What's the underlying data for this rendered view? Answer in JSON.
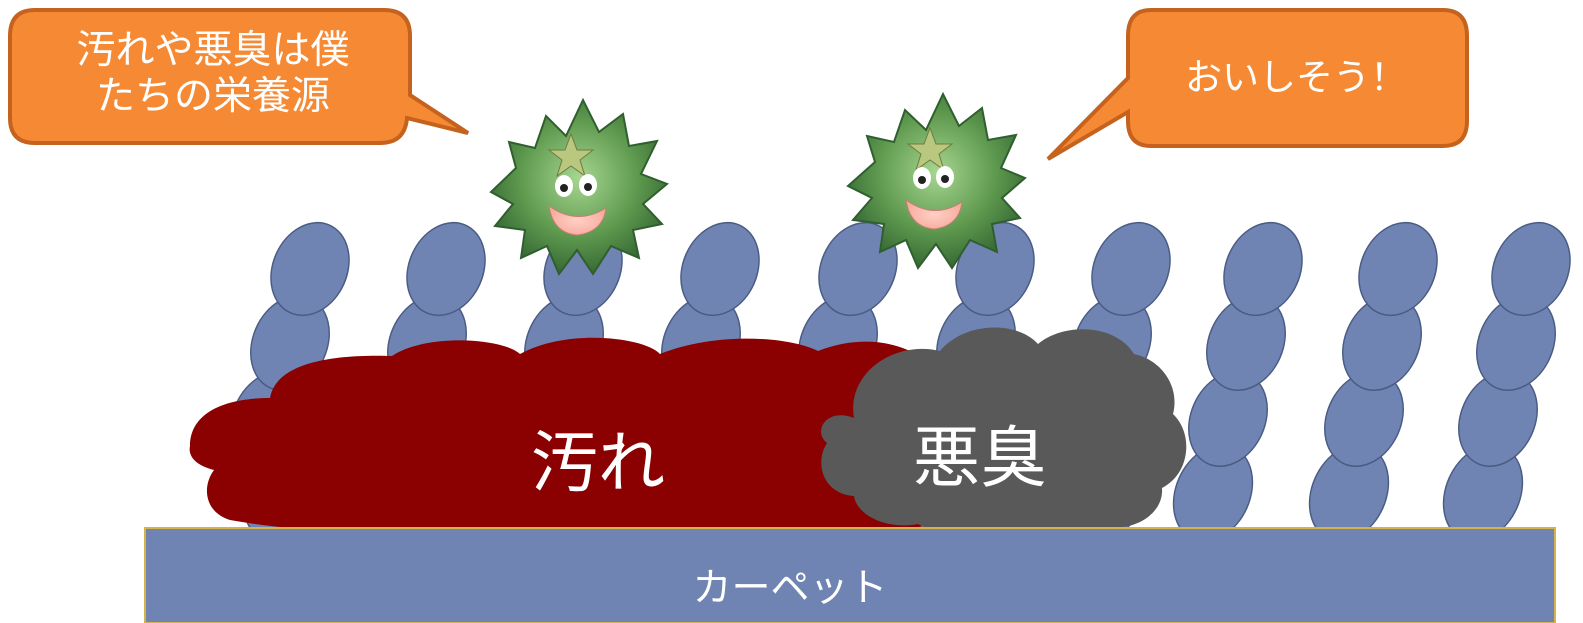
{
  "speech_left": {
    "line1": "汚れや悪臭は僕",
    "line2": "たちの栄養源"
  },
  "speech_right": {
    "text": "おいしそう！"
  },
  "labels": {
    "stain": "汚れ",
    "odor": "悪臭",
    "carpet": "カーペット"
  },
  "colors": {
    "bubble_fill": "#f68a34",
    "bubble_stroke": "#c5621d",
    "fiber_fill": "#6f84b2",
    "fiber_stroke": "#4a5b84",
    "stain_fill": "#8b0000",
    "odor_fill": "#595959",
    "carpet_fill": "#6f84b2",
    "carpet_stroke": "#d4b44a",
    "mite_dark": "#2f6a2f",
    "mite_light": "#8ec27d"
  },
  "icons": {
    "mite_left": "dust-mite-icon",
    "mite_right": "dust-mite-icon"
  }
}
